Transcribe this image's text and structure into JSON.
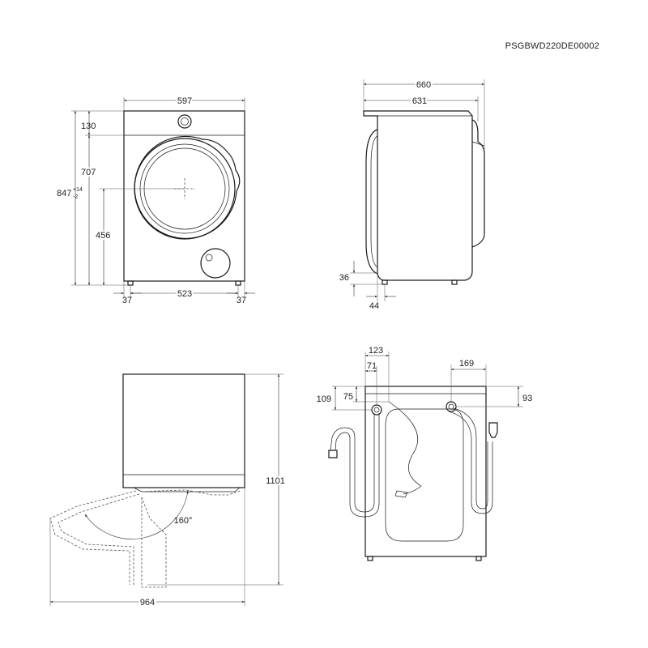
{
  "document": {
    "code": "PSGBWD220DE00002"
  },
  "front_view": {
    "width": "597",
    "top_panel_height": "130",
    "door_center_height": "707",
    "total_height_base": "847",
    "total_height_tol_plus": "+14",
    "total_height_tol_minus": "-2",
    "door_bottom_height": "456",
    "feet_offset_left": "37",
    "feet_spacing": "523",
    "feet_offset_right": "37"
  },
  "side_view": {
    "depth_total": "660",
    "depth_body": "631",
    "feet_height": "36",
    "feet_inset": "44"
  },
  "top_view": {
    "height_door_open": "1101",
    "door_angle": "160°",
    "width_door_open": "964"
  },
  "rear_view": {
    "inlet_horizontal": "123",
    "inlet_offset": "71",
    "inlet_vertical_outer": "109",
    "inlet_vertical_inner": "75",
    "drain_horizontal": "169",
    "drain_vertical": "93"
  }
}
